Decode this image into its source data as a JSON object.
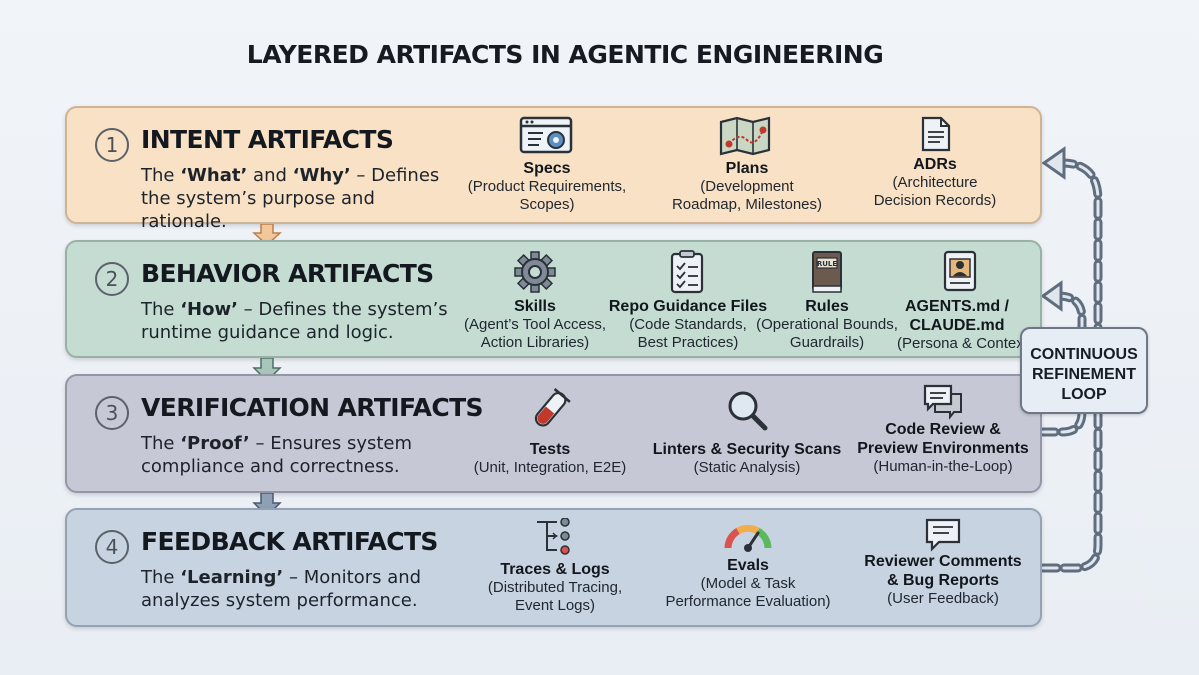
{
  "title": "LAYERED ARTIFACTS IN AGENTIC ENGINEERING",
  "layers": [
    {
      "number": "1",
      "heading": "INTENT ARTIFACTS",
      "desc_pre": "The ",
      "desc_bold1": "‘What’",
      "desc_mid": " and ",
      "desc_bold2": "‘Why’",
      "desc_post": " – Defines the system’s purpose and rationale.",
      "items": [
        {
          "icon": "spec-window-gear-icon",
          "name": "Specs",
          "sub1": "(Product Requirements,",
          "sub2": "Scopes)"
        },
        {
          "icon": "roadmap-icon",
          "name": "Plans",
          "sub1": "(Development",
          "sub2": "Roadmap, Milestones)"
        },
        {
          "icon": "document-icon",
          "name": "ADRs",
          "sub1": "(Architecture",
          "sub2": "Decision Records)"
        }
      ]
    },
    {
      "number": "2",
      "heading": "BEHAVIOR ARTIFACTS",
      "desc_pre": "The ",
      "desc_bold1": "‘How’",
      "desc_post": " – Defines the system’s runtime guidance and logic.",
      "items": [
        {
          "icon": "gear-icon",
          "name": "Skills",
          "sub1": "(Agent’s Tool Access,",
          "sub2": "Action Libraries)"
        },
        {
          "icon": "checklist-icon",
          "name": "Repo Guidance Files",
          "sub1": "(Code Standards,",
          "sub2": "Best Practices)"
        },
        {
          "icon": "rule-book-icon",
          "icon_label": "RULE",
          "name": "Rules",
          "sub1": "(Operational Bounds,",
          "sub2": "Guardrails)"
        },
        {
          "icon": "persona-card-icon",
          "name1": "AGENTS.md /",
          "name2": "CLAUDE.md",
          "sub1": "(Persona & Contex"
        }
      ]
    },
    {
      "number": "3",
      "heading": "VERIFICATION ARTIFACTS",
      "desc_pre": "The ",
      "desc_bold1": "‘Proof’",
      "desc_post": " – Ensures system compliance and correctness.",
      "items": [
        {
          "icon": "test-tube-icon",
          "name": "Tests",
          "sub1": "(Unit, Integration, E2E)"
        },
        {
          "icon": "magnifier-icon",
          "name": "Linters & Security Scans",
          "sub1": "(Static Analysis)"
        },
        {
          "icon": "chat-bubbles-icon",
          "name1": "Code Review &",
          "name2": "Preview Environments",
          "sub1": "(Human-in-the-Loop)"
        }
      ]
    },
    {
      "number": "4",
      "heading": "FEEDBACK ARTIFACTS",
      "desc_pre": "The ",
      "desc_bold1": "‘Learning’",
      "desc_post": " – Monitors and analyzes system performance.",
      "items": [
        {
          "icon": "trace-tree-icon",
          "name": "Traces & Logs",
          "sub1": "(Distributed Tracing,",
          "sub2": "Event Logs)"
        },
        {
          "icon": "gauge-icon",
          "name": "Evals",
          "sub1": "(Model & Task",
          "sub2": "Performance Evaluation)"
        },
        {
          "icon": "comment-icon",
          "name1": "Reviewer Comments",
          "name2": "& Bug Reports",
          "sub1": "(User Feedback)"
        }
      ]
    }
  ],
  "loop": {
    "line1": "CONTINUOUS",
    "line2": "REFINEMENT",
    "line3": "LOOP"
  },
  "colors": {
    "intent": "#f8e1c5",
    "behavior": "#c5dcd2",
    "verification": "#c7c8d6",
    "feedback": "#c8d3e1",
    "arrow_orange": "#f4c79b",
    "arrow_teal": "#a9c6bd",
    "loop_arrow": "#5f6d7f"
  }
}
